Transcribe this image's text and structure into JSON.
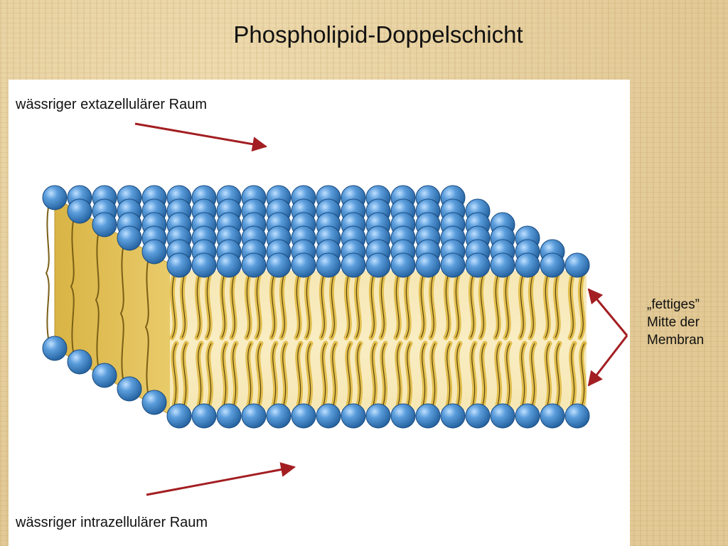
{
  "title": "Phospholipid-Doppelschicht",
  "labels": {
    "extracellular": "wässriger extazellulärer Raum",
    "intracellular": "wässriger intrazellulärer Raum",
    "core_line1": "„fettiges”",
    "core_line2": "Mitte der",
    "core_line3": "Membran"
  },
  "colors": {
    "head": "#4a8ccc",
    "tail": "#e8c85a",
    "arrow": "#a31e22",
    "background": "#e7d3a4"
  }
}
